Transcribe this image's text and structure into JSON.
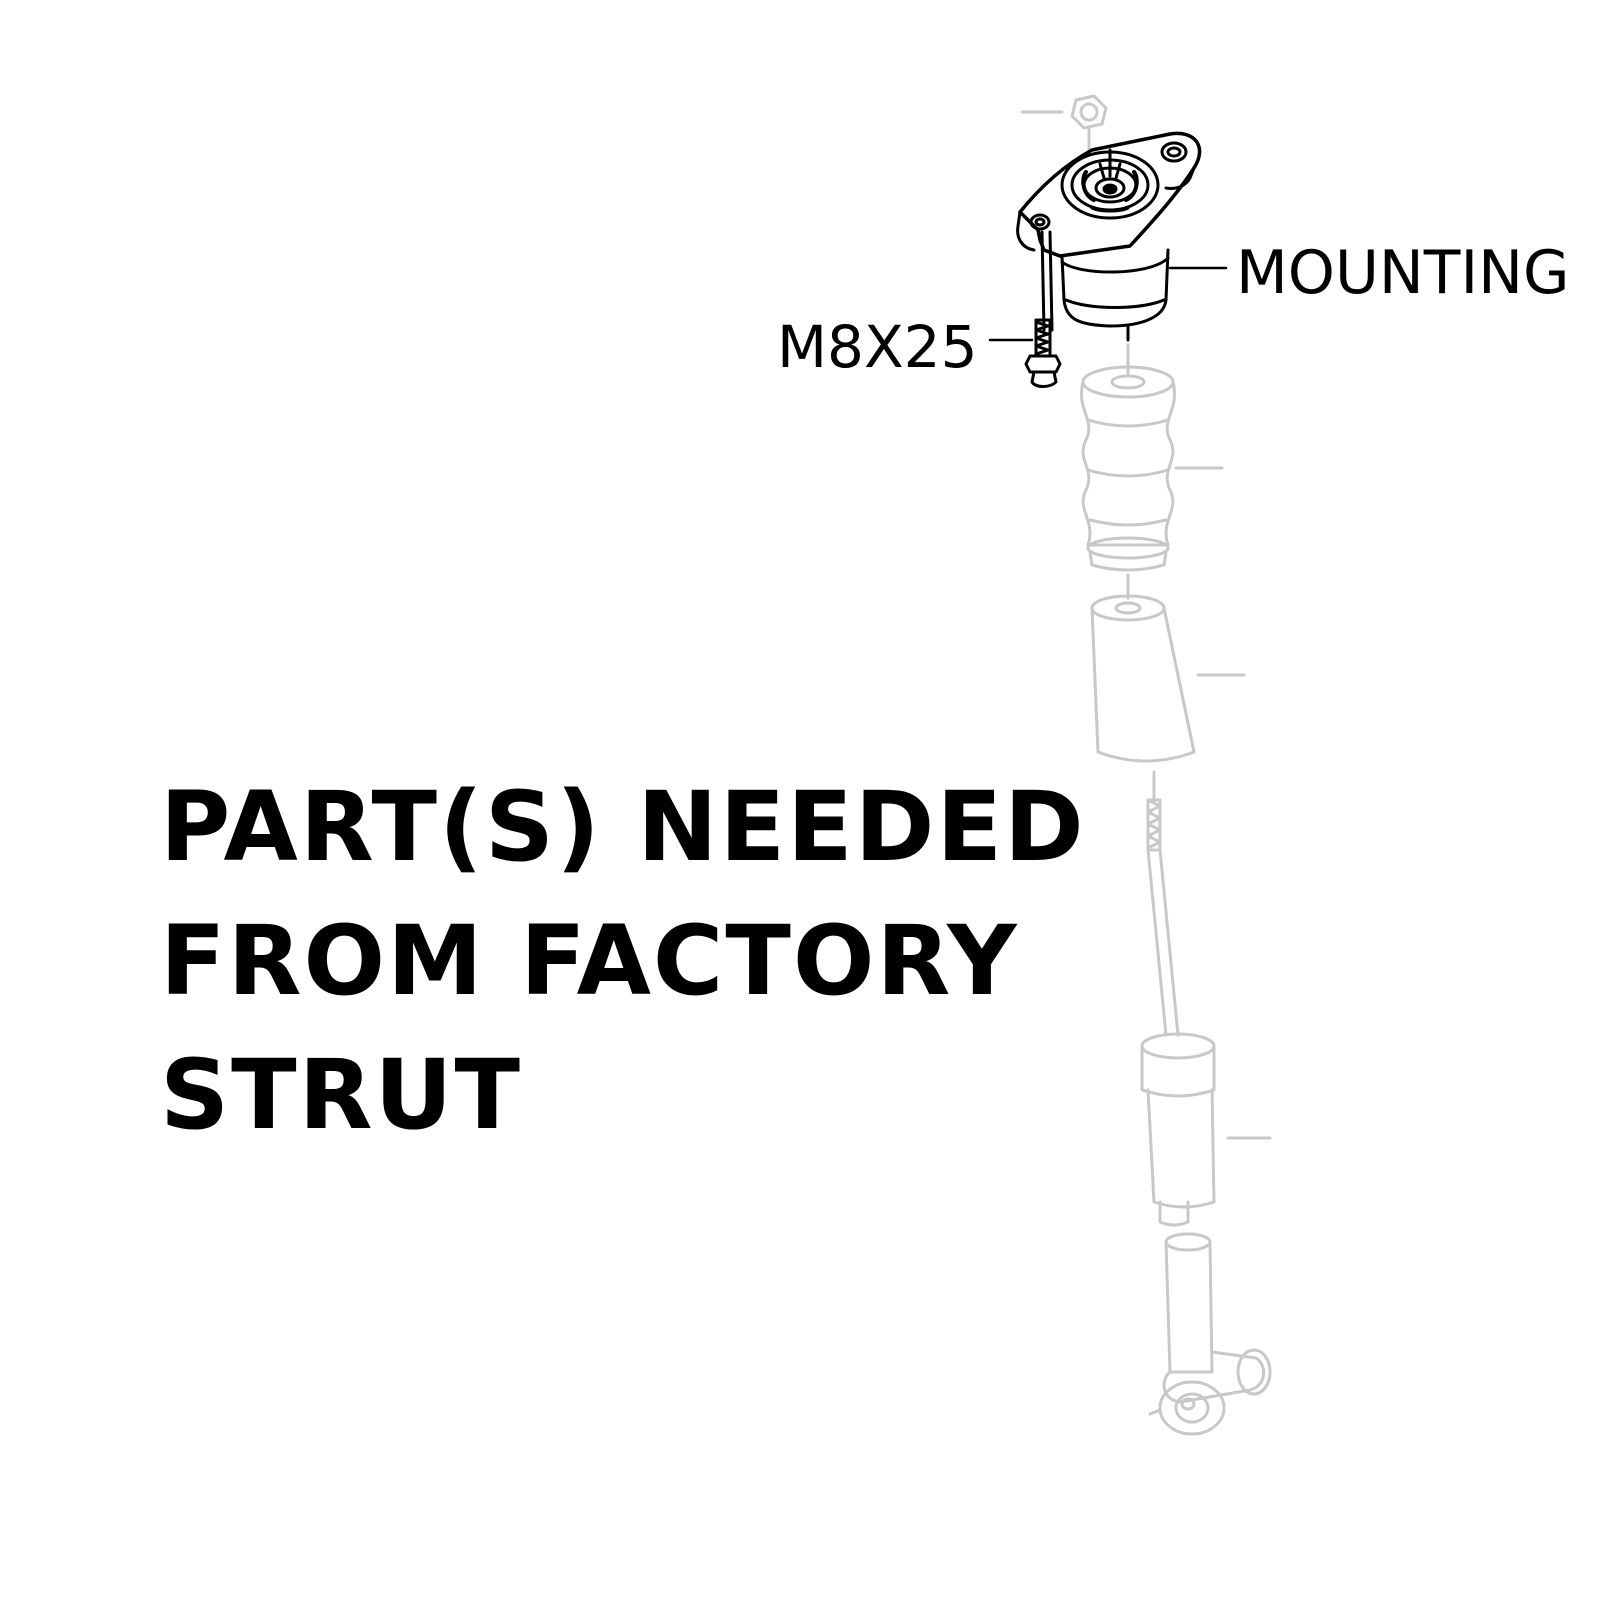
{
  "callouts": {
    "mounting": "MOUNTING",
    "bolt": "M8X25"
  },
  "headline": {
    "line1": "PART(S) NEEDED",
    "line2": "FROM FACTORY",
    "line3": "STRUT"
  },
  "colors": {
    "ink": "#000000",
    "faded_parts": "#c8c8c8",
    "background": "#ffffff"
  }
}
